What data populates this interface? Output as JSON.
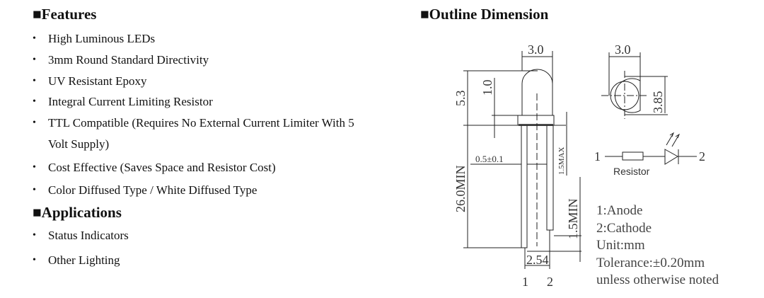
{
  "features": {
    "heading": "■Features",
    "items": [
      "High Luminous LEDs",
      "3mm Round Standard Directivity",
      "UV Resistant Epoxy",
      "Integral Current Limiting Resistor",
      "TTL Compatible (Requires No External Current Limiter With 5",
      "Volt Supply)",
      "Cost Effective (Saves Space and Resistor Cost)",
      "Color Diffused Type / White Diffused Type"
    ]
  },
  "applications": {
    "heading": "■Applications",
    "items": [
      "Status Indicators",
      "Other Lighting"
    ]
  },
  "outline": {
    "heading": "■Outline Dimension",
    "dims": {
      "width": "3.0",
      "height": "5.3",
      "dome": "1.0",
      "lead_len": "26.0MIN",
      "lead_w": "0.5±0.1",
      "flange_max": "1.5MAX",
      "lead_diff": "1.5MIN",
      "pitch": "2.54",
      "top_w": "3.0",
      "top_d": "3.85"
    },
    "pins": [
      "1",
      "2"
    ],
    "schematic": {
      "pin1": "1",
      "pin2": "2",
      "resistor": "Resistor"
    },
    "legend": [
      "1:Anode",
      "2:Cathode",
      "Unit:mm",
      "Tolerance:±0.20mm",
      "unless otherwise noted"
    ]
  }
}
